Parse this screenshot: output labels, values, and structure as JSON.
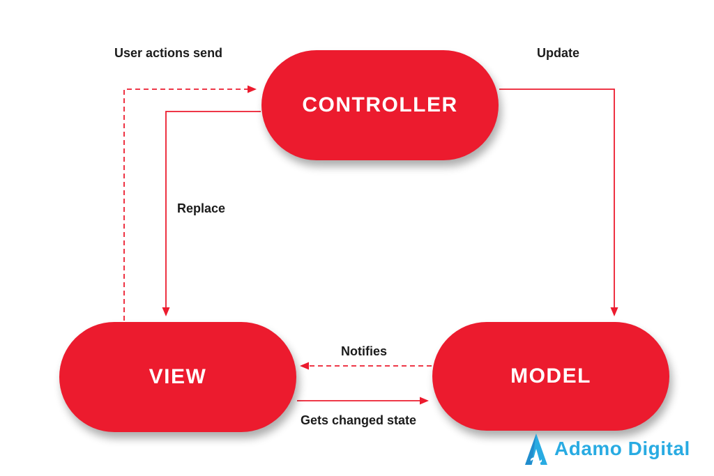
{
  "nodes": {
    "controller": "CONTROLLER",
    "view": "VIEW",
    "model": "MODEL"
  },
  "edges": {
    "user_actions": {
      "label": "User actions send",
      "from": "view",
      "to": "controller",
      "style": "dashed"
    },
    "update": {
      "label": "Update",
      "from": "controller",
      "to": "model",
      "style": "solid"
    },
    "replace": {
      "label": "Replace",
      "from": "controller",
      "to": "view",
      "style": "solid"
    },
    "notifies": {
      "label": "Notifies",
      "from": "model",
      "to": "view",
      "style": "dashed"
    },
    "gets_changed_state": {
      "label": "Gets changed state",
      "from": "view",
      "to": "model",
      "style": "solid"
    }
  },
  "colors": {
    "node_fill": "#EC1B2E",
    "node_text": "#FFFFFF",
    "arrow": "#EC1B2E",
    "label_text": "#1B1B1B",
    "logo_blue": "#29ABE2"
  },
  "logo": {
    "text": "Adamo Digital"
  }
}
